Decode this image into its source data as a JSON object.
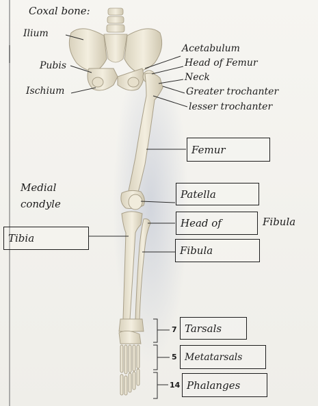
{
  "labels": {
    "coxal_bone": "Coxal bone:",
    "ilium": "Ilium",
    "pubis": "Pubis",
    "ischium": "Ischium",
    "acetabulum": "Acetabulum",
    "head_of_femur": "Head of Femur",
    "neck": "Neck",
    "greater_trochanter": "Greater trochanter",
    "lesser_trochanter": "lesser trochanter",
    "medial_condyle_1": "Medial",
    "medial_condyle_2": "condyle",
    "fibula_side": "Fibula"
  },
  "boxes": {
    "femur": "Femur",
    "patella": "Patella",
    "head_of": "Head of",
    "tibia": "Tibia",
    "fibula": "Fibula",
    "tarsals": "Tarsals",
    "metatarsals": "Metatarsals",
    "phalanges": "Phalanges"
  },
  "counts": {
    "tarsals": "7",
    "metatarsals": "5",
    "phalanges": "14"
  }
}
